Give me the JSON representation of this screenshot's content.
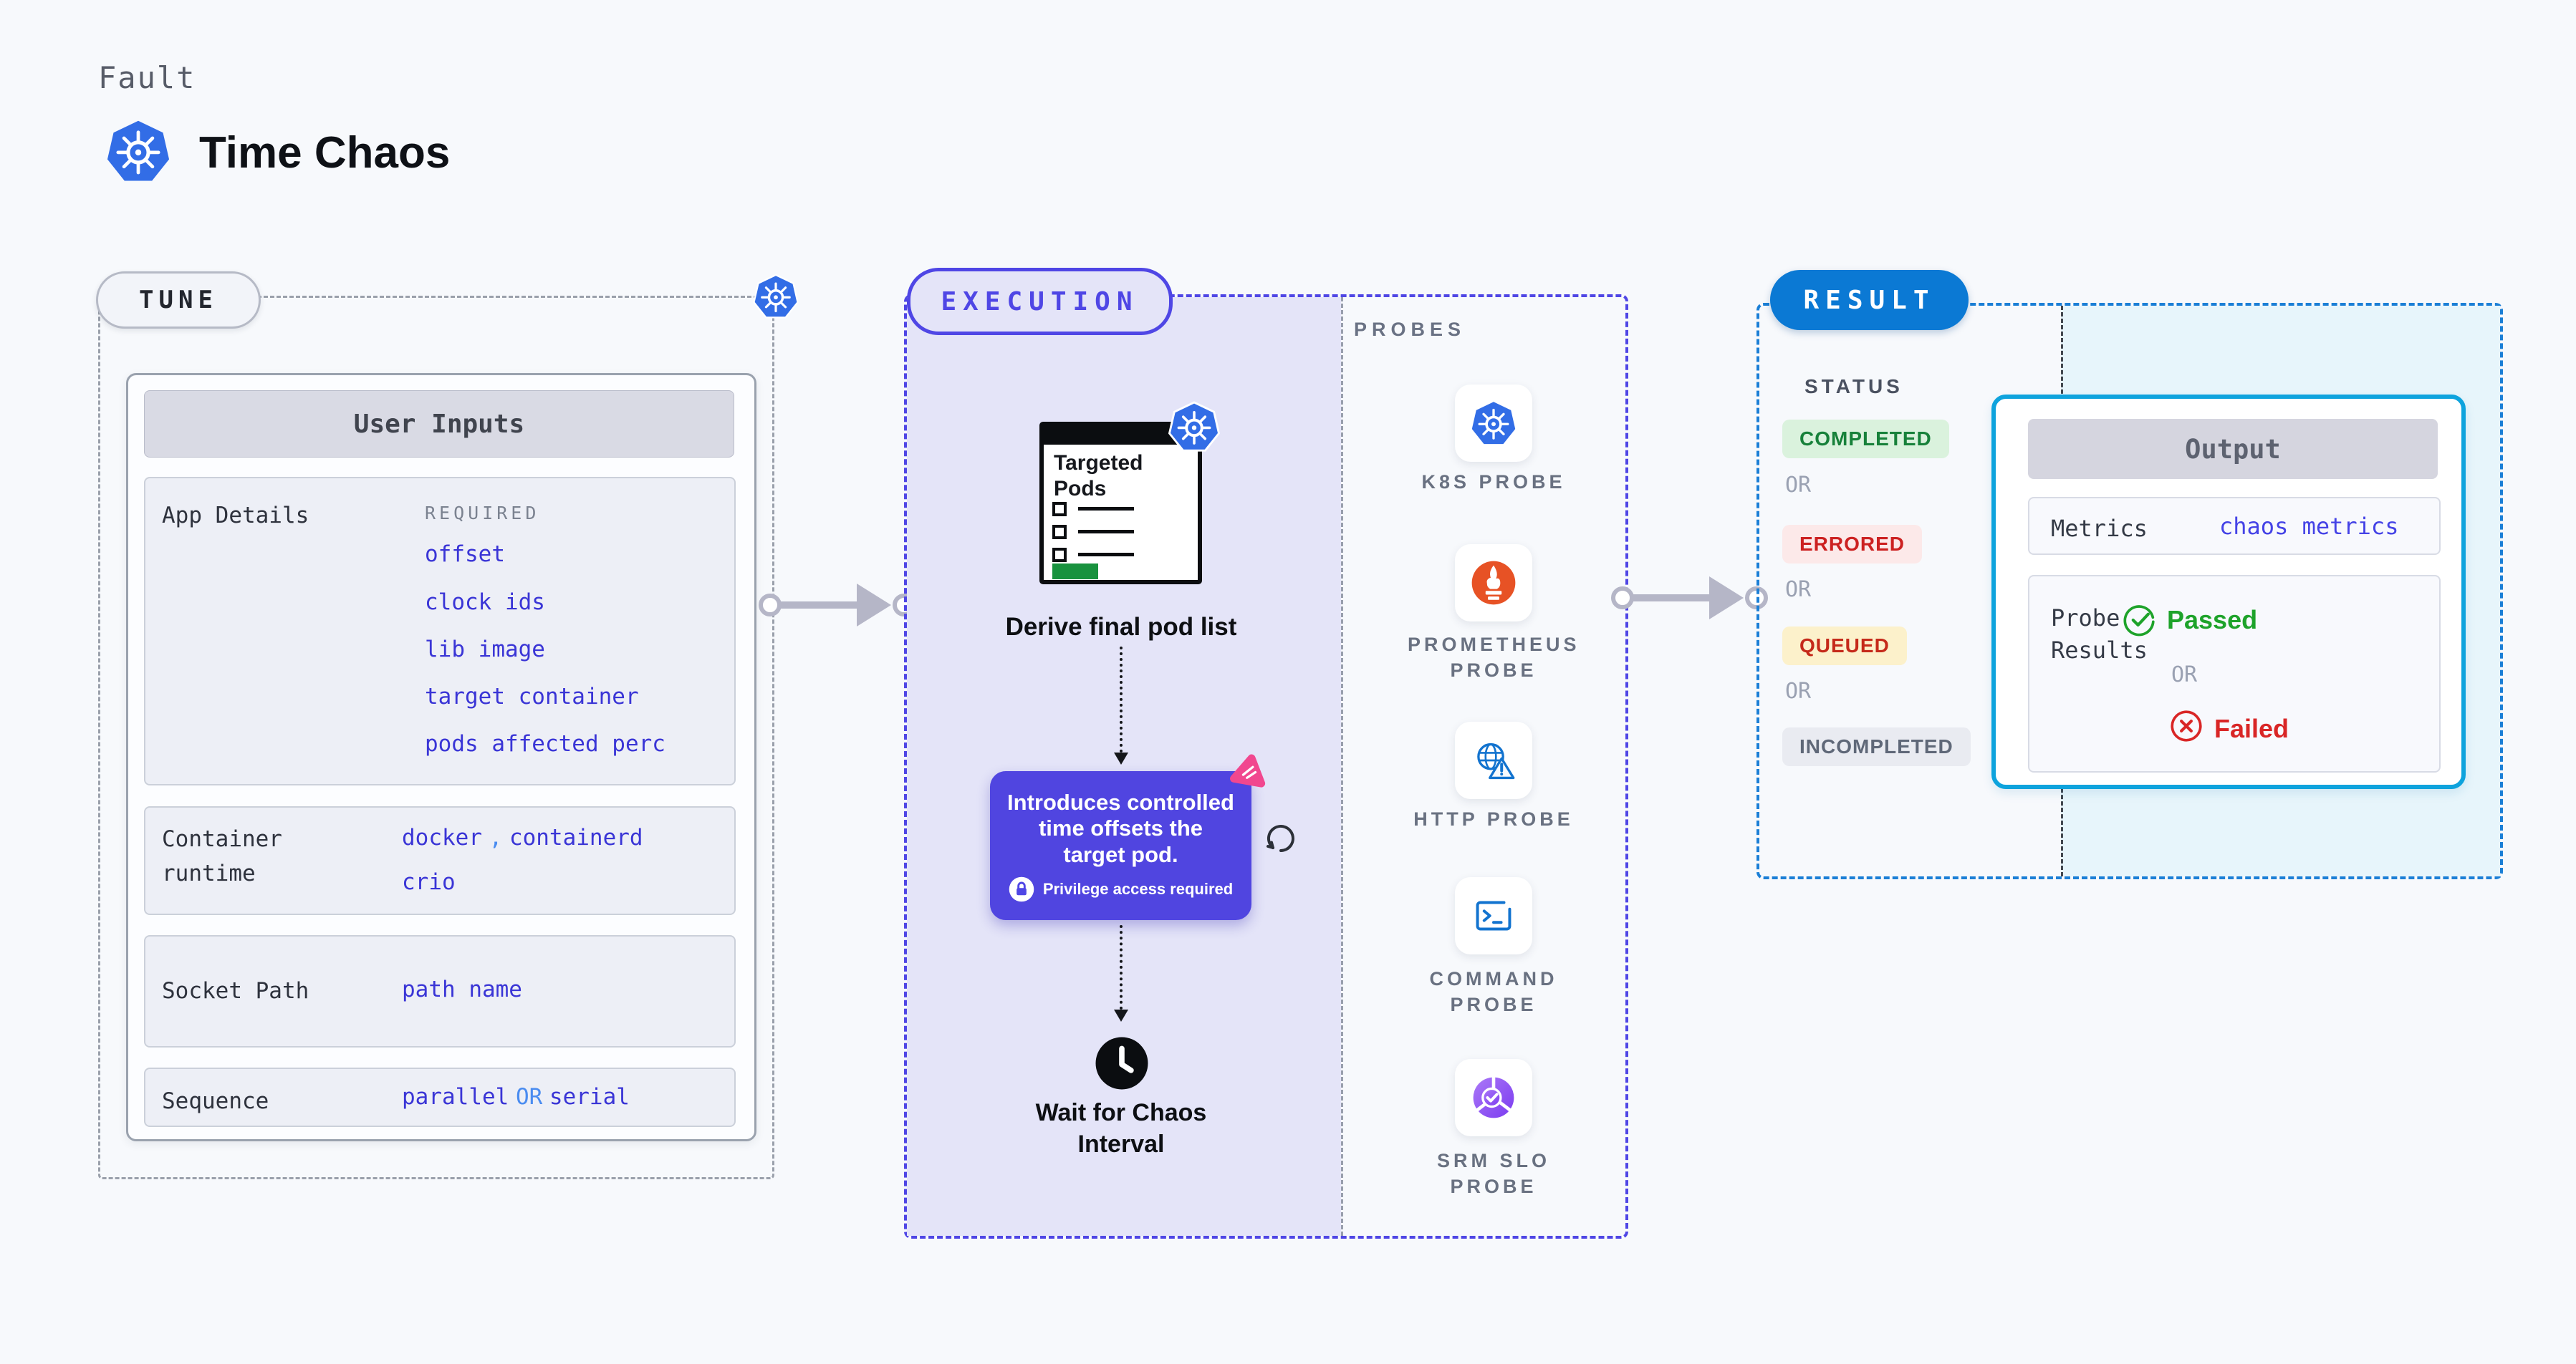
{
  "header": {
    "eyebrow": "Fault",
    "title": "Time Chaos"
  },
  "tune": {
    "badge": "TUNE",
    "panel_title": "User Inputs",
    "app_details": {
      "label": "App Details",
      "tag": "REQUIRED",
      "values": [
        "offset",
        "clock ids",
        "lib image",
        "target container",
        "pods affected perc"
      ]
    },
    "container_runtime": {
      "label": "Container runtime",
      "value1_a": "docker",
      "value1_sep": ",",
      "value1_b": "containerd",
      "value2": "crio"
    },
    "socket_path": {
      "label": "Socket Path",
      "value": "path name"
    },
    "sequence": {
      "label": "Sequence",
      "value_a": "parallel",
      "value_or": "OR",
      "value_b": "serial"
    }
  },
  "execution": {
    "badge": "EXECUTION",
    "doc_title": "Targeted Pods",
    "step1_caption": "Derive final pod list",
    "tooltip": {
      "text": "Introduces controlled time offsets the target pod.",
      "note": "Privilege access required"
    },
    "step2_caption": "Wait for Chaos Interval"
  },
  "probes": {
    "heading": "PROBES",
    "items": [
      {
        "icon": "kubernetes-icon",
        "label": "K8S PROBE"
      },
      {
        "icon": "prometheus-icon",
        "label": "PROMETHEUS PROBE"
      },
      {
        "icon": "http-globe-warning-icon",
        "label": "HTTP PROBE"
      },
      {
        "icon": "terminal-icon",
        "label": "COMMAND PROBE"
      },
      {
        "icon": "slo-pie-check-icon",
        "label": "SRM SLO PROBE"
      }
    ]
  },
  "result": {
    "badge": "RESULT",
    "status_heading": "STATUS",
    "or_label": "OR",
    "statuses": [
      {
        "label": "COMPLETED",
        "bg": "#daf2dd",
        "fg": "#17813a"
      },
      {
        "label": "ERRORED",
        "bg": "#fce9e9",
        "fg": "#cc2121"
      },
      {
        "label": "QUEUED",
        "bg": "#fcf1cb",
        "fg": "#c52a1a"
      },
      {
        "label": "INCOMPLETED",
        "bg": "#e9ebf1",
        "fg": "#5f6878"
      }
    ],
    "output": {
      "title": "Output",
      "metrics_label": "Metrics",
      "metrics_value": "chaos metrics",
      "probe_results_label": "Probe Results",
      "passed": "Passed",
      "or": "OR",
      "failed": "Failed"
    }
  },
  "colors": {
    "page_bg": "#f7f9fc",
    "kubernetes_blue": "#326de6",
    "indigo_accent": "#4f46e5",
    "link_indigo": "#3a35d6",
    "link_light_blue": "#4a8cf0",
    "execution_fill": "#e4e4f8",
    "tooltip_bg": "#5045e0",
    "pink_logo": "#f1478f",
    "result_blue": "#0b79d4",
    "result_border": "#1b7fd6",
    "output_border": "#0ea3dd",
    "cyan_fill": "#e7f5fb",
    "arrow_gray": "#b5b6c7",
    "prometheus_orange": "#e75225",
    "probe_icon_blue": "#1273cf",
    "srm_purple": "#7b3bf0",
    "passed_green": "#1ea32a",
    "failed_red": "#d92626",
    "green_block": "#18923e"
  }
}
